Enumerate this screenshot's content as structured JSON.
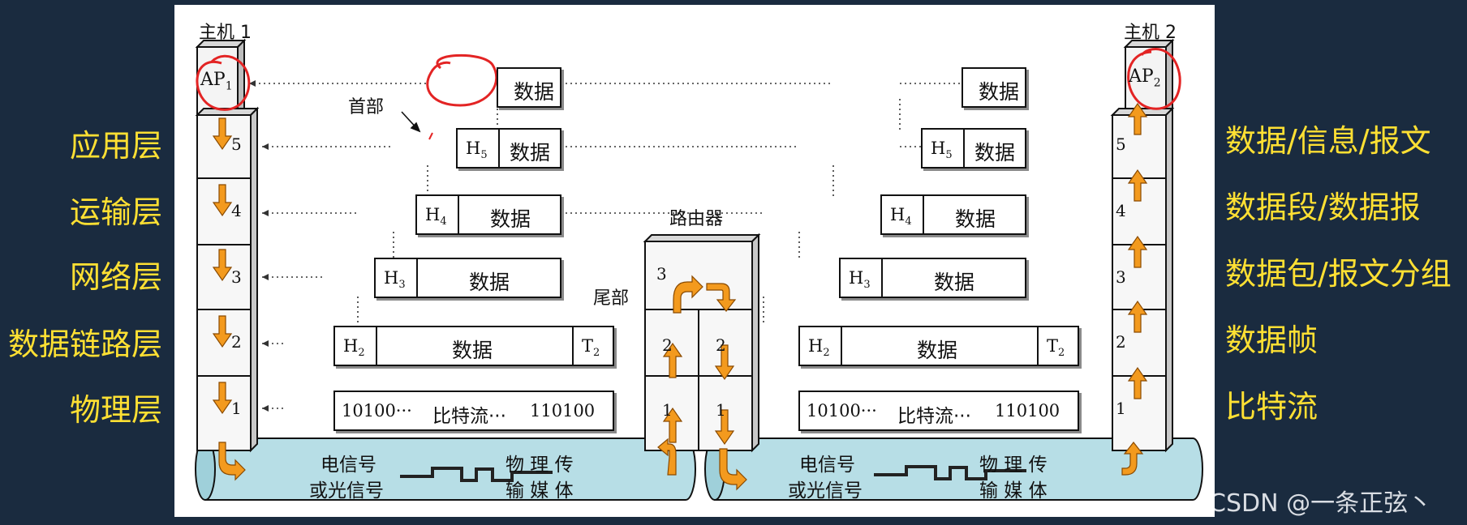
{
  "host1": {
    "title": "主机 1",
    "ap": "AP",
    "ap_sub": "1"
  },
  "host2": {
    "title": "主机 2",
    "ap": "AP",
    "ap_sub": "2"
  },
  "router": {
    "title": "路由器"
  },
  "layers": {
    "left": [
      "应用层",
      "运输层",
      "网络层",
      "数据链路层",
      "物理层"
    ],
    "right": [
      "数据/信息/报文",
      "数据段/数据报",
      "数据包/报文分组",
      "数据帧",
      "比特流"
    ]
  },
  "stack_numbers": [
    "5",
    "4",
    "3",
    "2",
    "1"
  ],
  "callouts": {
    "header": "首部",
    "trailer": "尾部"
  },
  "pdu": {
    "data": "数据",
    "h5": "H",
    "h5_sub": "5",
    "h4": "H",
    "h4_sub": "4",
    "h3": "H",
    "h3_sub": "3",
    "h2": "H",
    "h2_sub": "2",
    "t2": "T",
    "t2_sub": "2",
    "bits_left": "10100···",
    "bits_mid": "比特流···",
    "bits_right": "110100"
  },
  "medium": {
    "line1": "电信号",
    "line2": "或光信号",
    "phys1": "物 理 传",
    "phys2": "输 媒 体"
  },
  "watermark": "CSDN @一条正弦丶",
  "colors": {
    "arrow": "#f39a1e",
    "pipe": "#b7dee6",
    "highlight": "#e32424",
    "label": "#ffe033"
  }
}
